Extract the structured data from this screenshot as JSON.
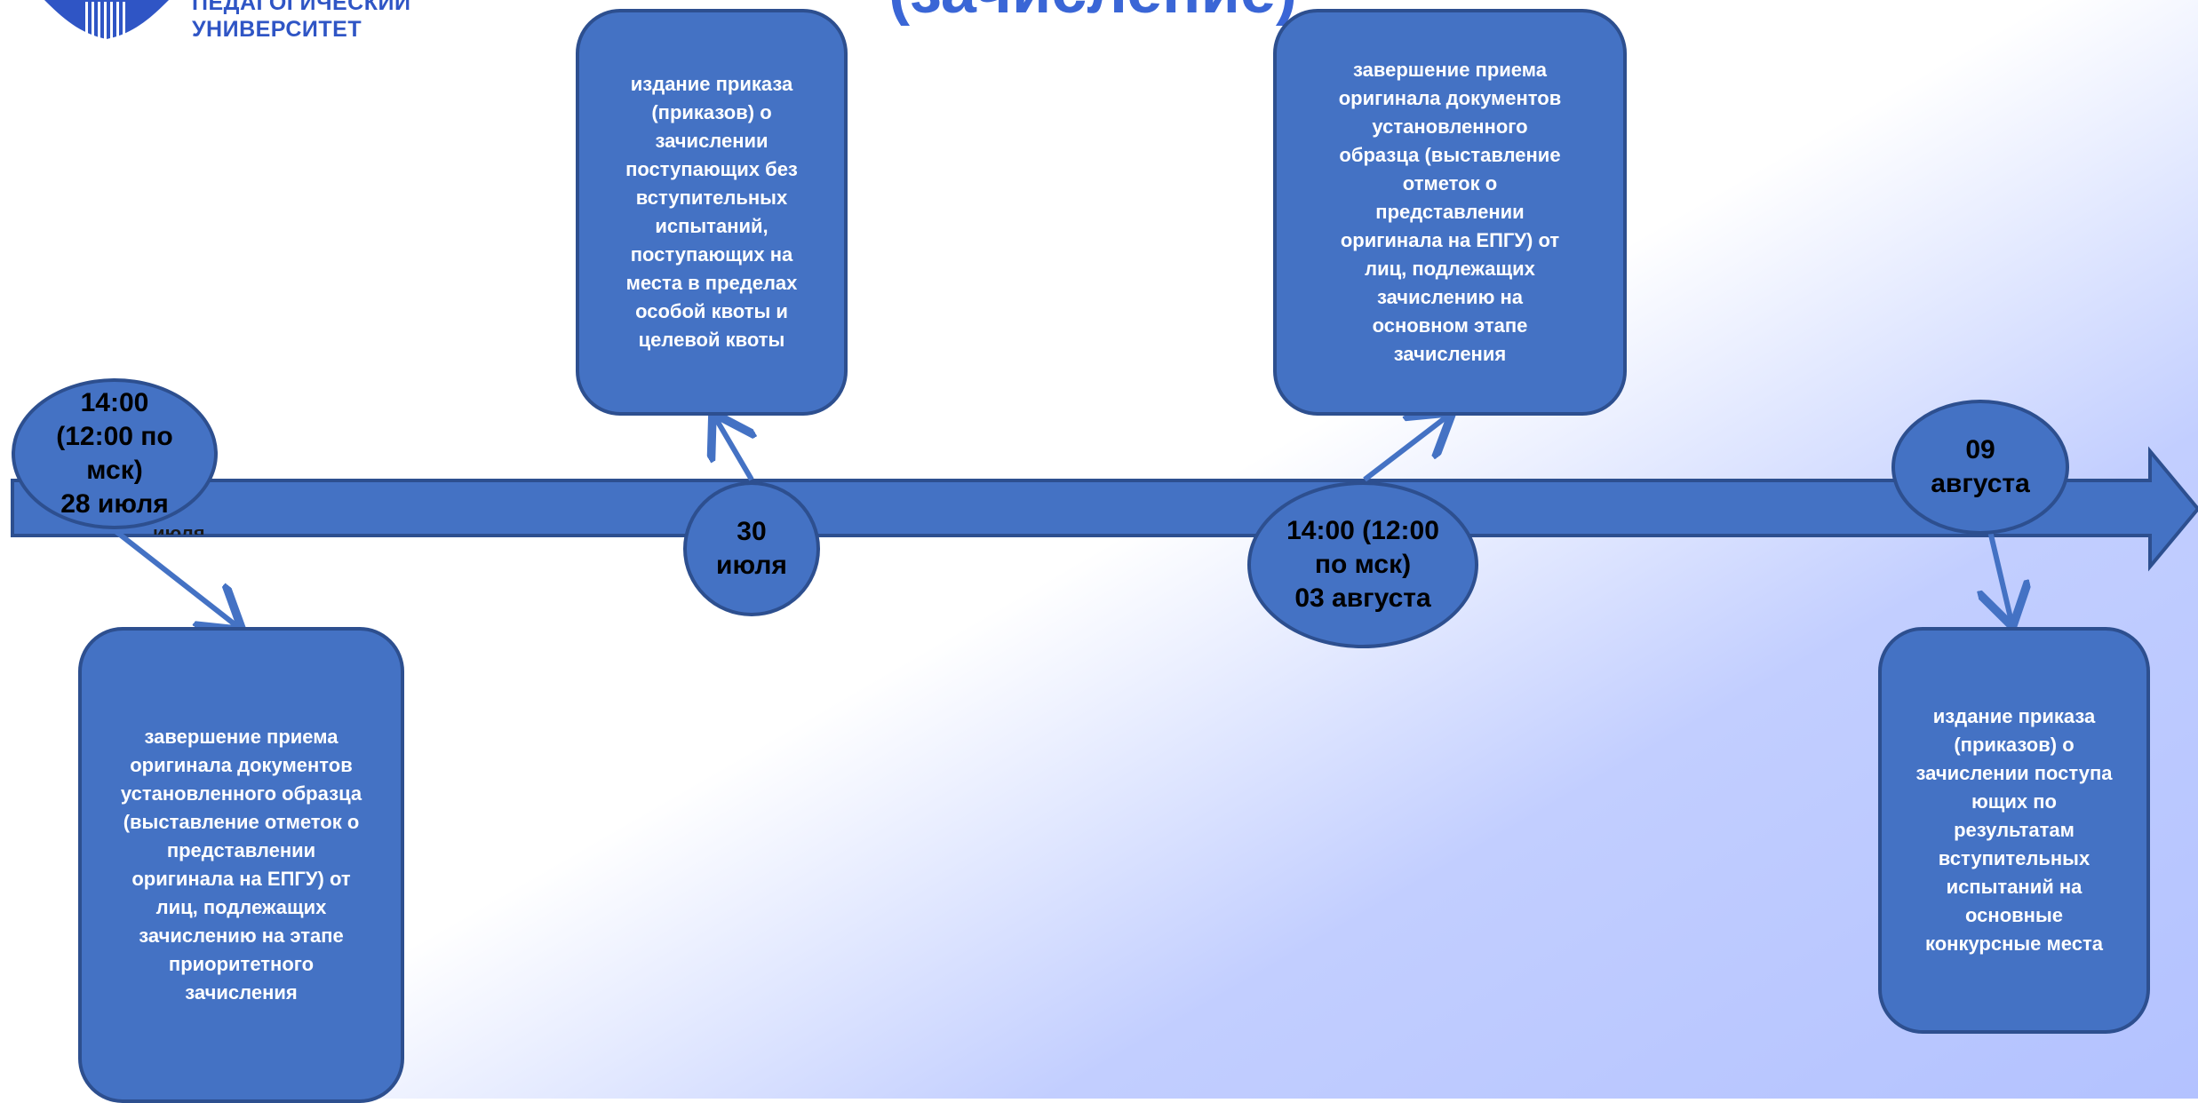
{
  "header": {
    "title": "(зачисление)",
    "logo_line1": "ПЕДАГОГИЧЕСКИЙ",
    "logo_line2": "УНИВЕРСИТЕТ"
  },
  "milestones": [
    {
      "date": "14:00\n(12:00 по\nмск)\n28 июля"
    },
    {
      "date": "30\nиюля"
    },
    {
      "date": "14:00 (12:00\nпо мск)\n03 августа"
    },
    {
      "date": "09\nавгуста"
    }
  ],
  "stray_text": "июля",
  "events": [
    {
      "text": "завершение приема\nоригинала документов\nустановленного образца\n(выставление отметок о\nпредставлении\nоригинала на ЕПГУ) от\nлиц, подлежащих\nзачислению на этапе\nприоритетного\nзачисления"
    },
    {
      "text": "издание приказа\n(приказов) о\nзачислении\nпоступающих без\nвступительных\nиспытаний,\nпоступающих на\nместа в пределах\nособой квоты и\nцелевой квоты"
    },
    {
      "text": "завершение приема\nоригинала документов\nустановленного\nобразца (выставление\nотметок о\nпредставлении\nоригинала на ЕПГУ) от\nлиц, подлежащих\nзачислению на\nосновном этапе\nзачисления"
    },
    {
      "text": "издание приказа\n(приказов) о\nзачислении поступа\nющих по\nрезультатам\nвступительных\nиспытаний на\nосновные\nконкурсные места"
    }
  ],
  "colors": {
    "shape_fill": "#4472c4",
    "shape_border": "#2d4f8f",
    "title": "#3a66d6",
    "logo": "#2f55c5"
  }
}
